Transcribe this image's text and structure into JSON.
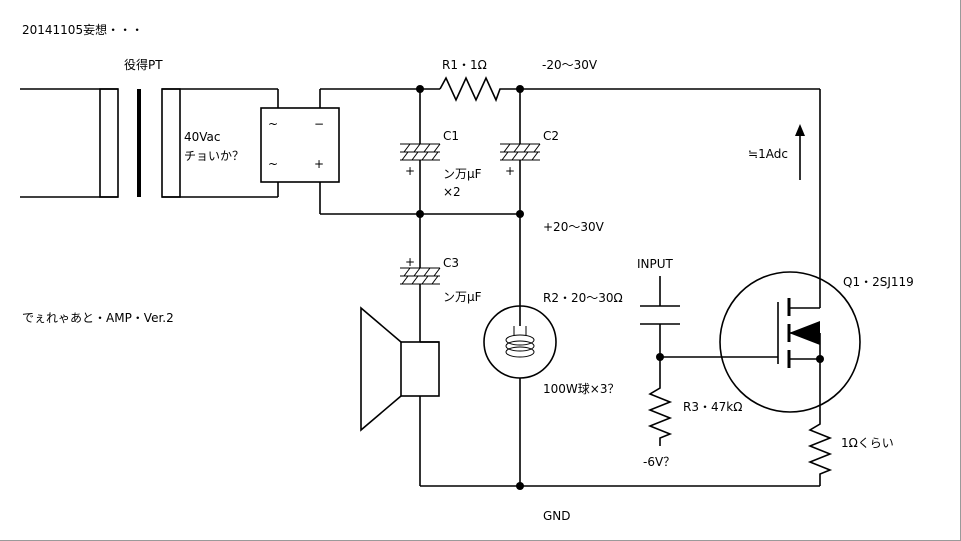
{
  "title": "20141105妄想・・・",
  "circuit_name": "でぇれゃあと・AMP・Ver.2",
  "transformer": {
    "label": "役得PT",
    "secondary_label_1": "40Vac",
    "secondary_label_2": "チョいか？"
  },
  "rectifier": {
    "ac1": "~",
    "ac2": "~",
    "neg": "−",
    "pos": "+"
  },
  "r1": {
    "label": "R1・1Ω"
  },
  "neg_rail": {
    "label": "-20～30V"
  },
  "pos_rail": {
    "label": "+20～30V"
  },
  "c1": {
    "label": "C1",
    "value": "ン万μF",
    "count": "×2",
    "polarity": "+"
  },
  "c2": {
    "label": "C2",
    "polarity": "+"
  },
  "c3": {
    "label": "C3",
    "value": "ン万μF",
    "polarity": "+"
  },
  "current": {
    "label": "≒1Adc"
  },
  "r2": {
    "label": "R2・20～30Ω",
    "lamp_label": "100W球×3？"
  },
  "input": {
    "label": "INPUT"
  },
  "r3": {
    "label": "R3・47kΩ",
    "bias_label": "-6V？"
  },
  "q1": {
    "label": "Q1・2SJ119"
  },
  "source_resistor": {
    "label": "1Ωくらい"
  },
  "ground": {
    "label": "GND"
  }
}
